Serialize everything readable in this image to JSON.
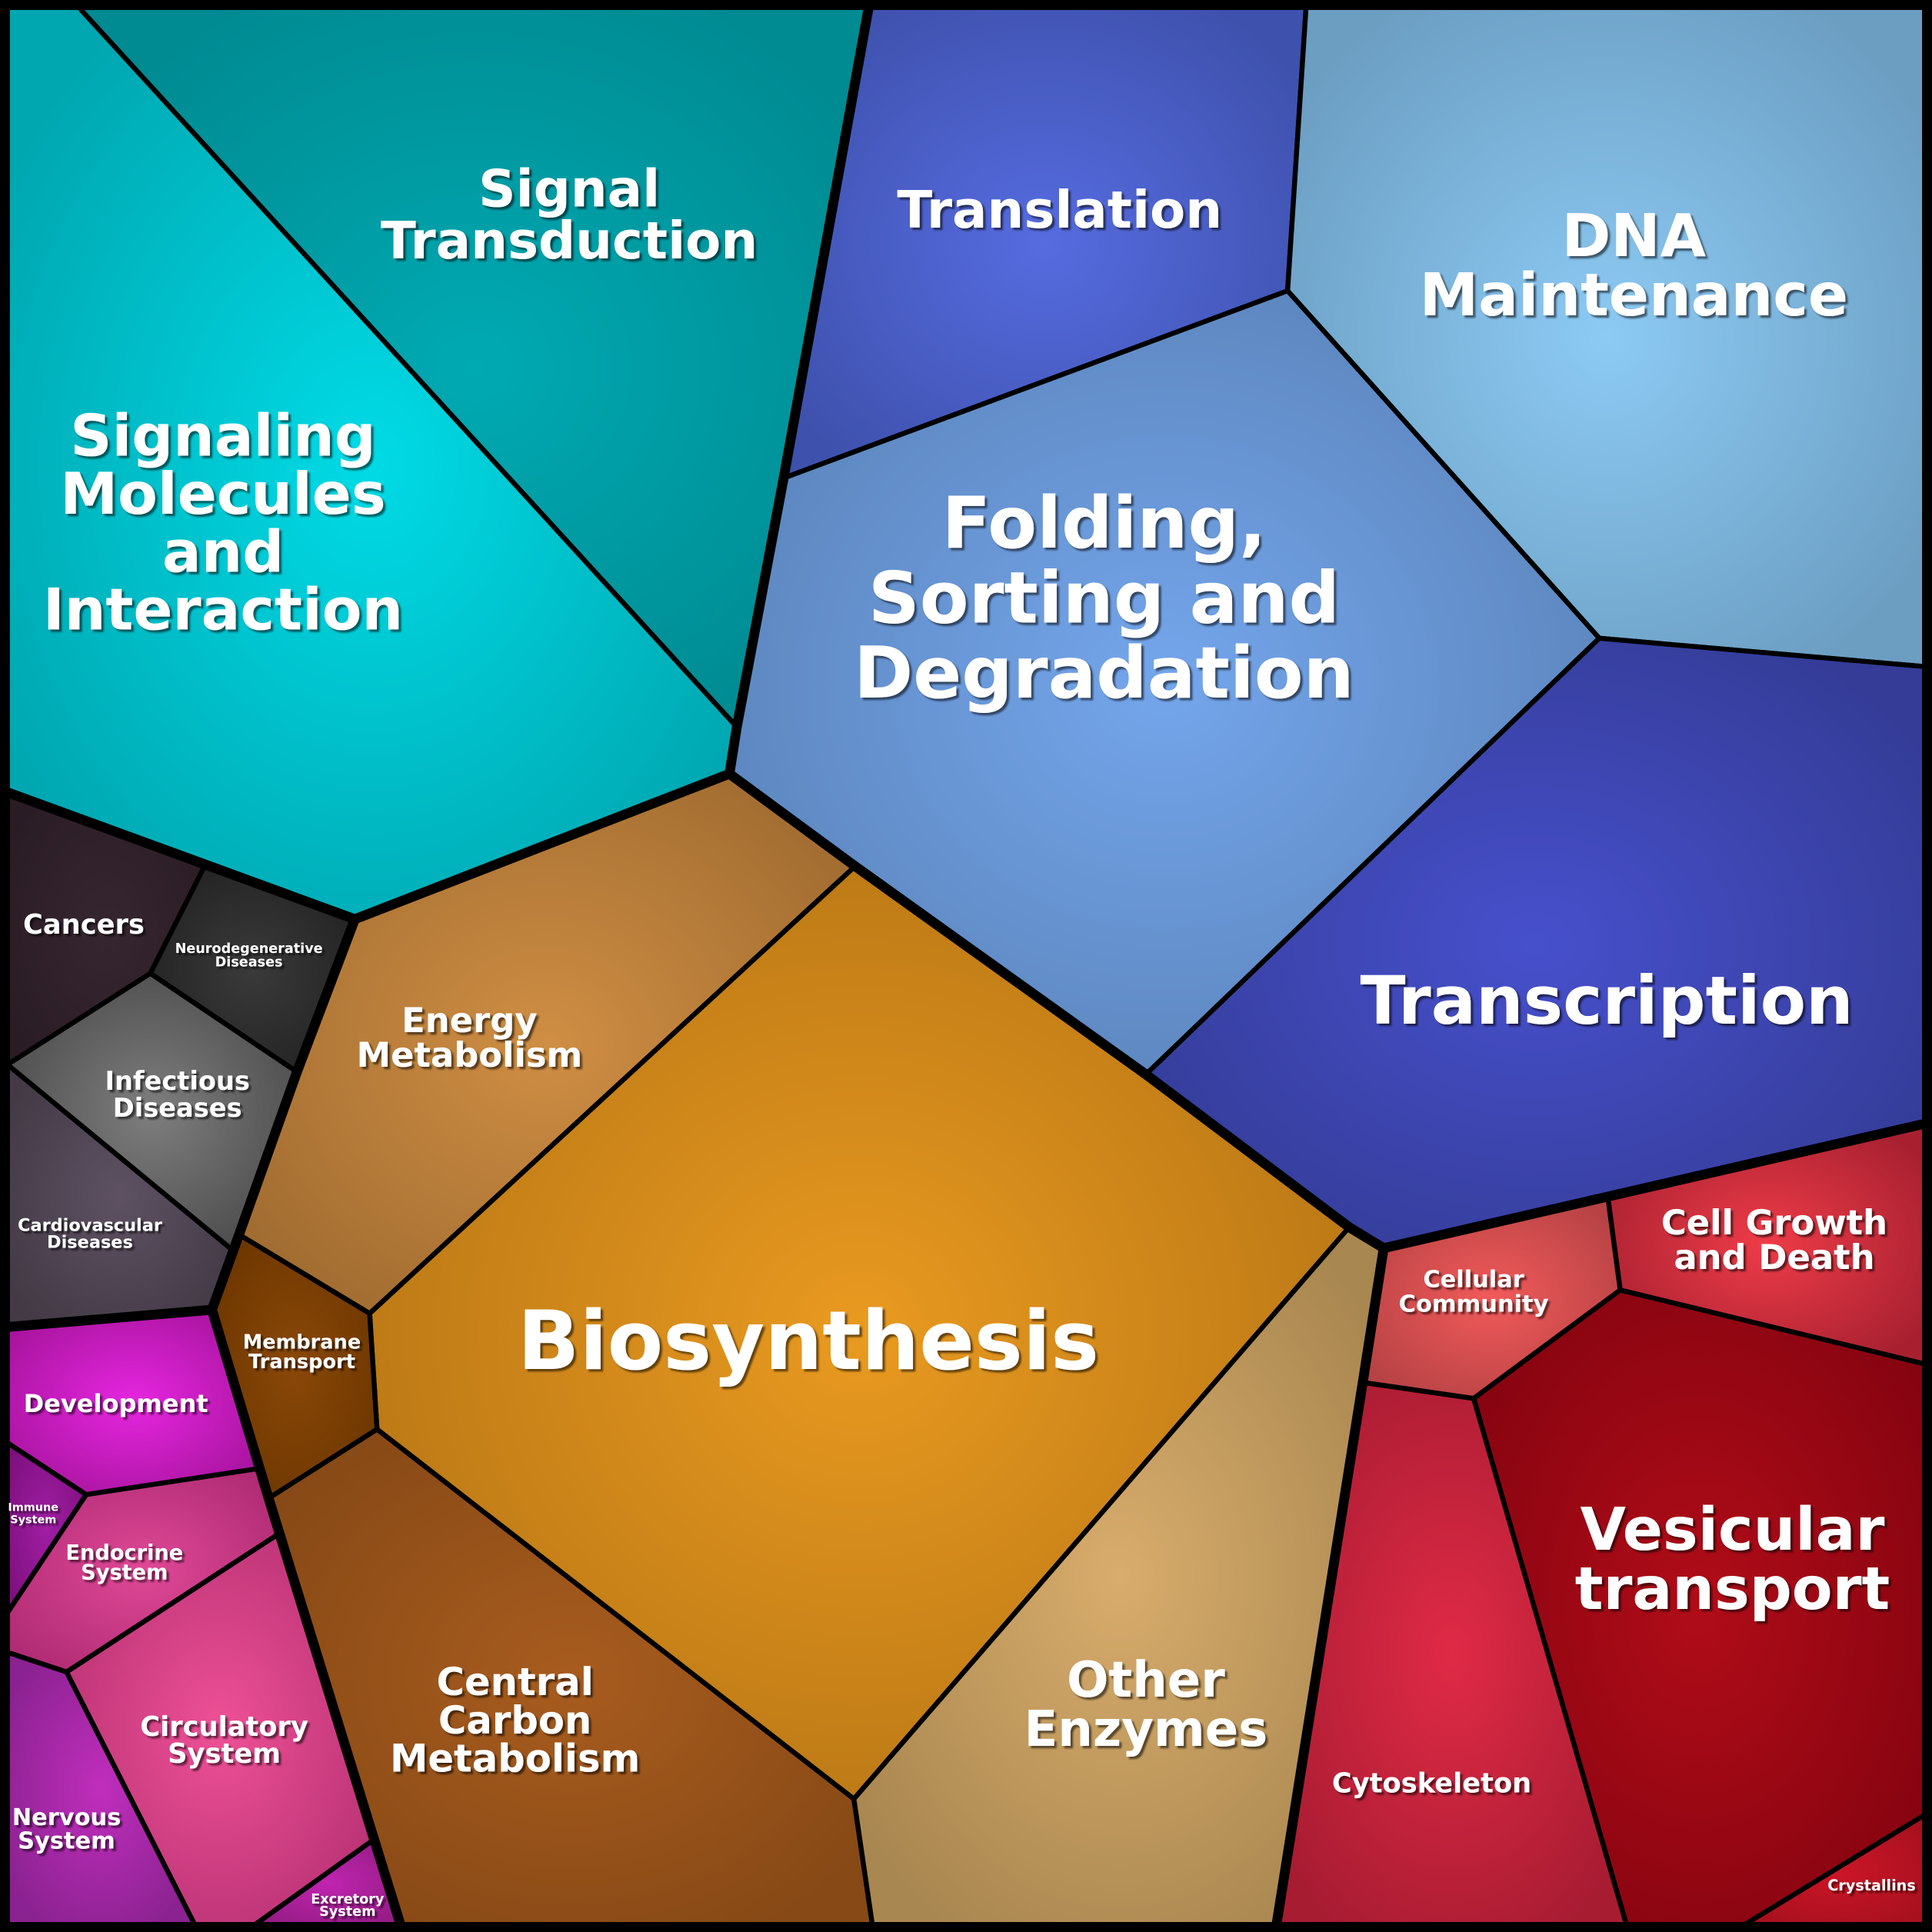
{
  "cells": {
    "signaling_molecules": {
      "label": [
        "Signaling",
        "Molecules",
        "and",
        "Interaction"
      ],
      "color": "#00dbe6",
      "edge": "#00a6b0"
    },
    "signal_transduction": {
      "label": [
        "Signal",
        "Transduction"
      ],
      "color": "#00aab3",
      "edge": "#008a91"
    },
    "translation": {
      "label": [
        "Translation"
      ],
      "color": "#566ce0",
      "edge": "#3e51ad"
    },
    "dna_maintenance": {
      "label": [
        "DNA",
        "Maintenance"
      ],
      "color": "#8ccaf4",
      "edge": "#6c9ec2"
    },
    "folding": {
      "label": [
        "Folding,",
        "Sorting and",
        "Degradation"
      ],
      "color": "#74a6ec",
      "edge": "#5a82b8"
    },
    "transcription": {
      "label": [
        "Transcription"
      ],
      "color": "#4750cc",
      "edge": "#343c97"
    },
    "cancers": {
      "label": [
        "Cancers"
      ],
      "color": "#362630",
      "edge": "#2a1c25"
    },
    "neurodegenerative": {
      "label": [
        "Neurodegenerative",
        "Diseases"
      ],
      "color": "#3a3a3a",
      "edge": "#222222"
    },
    "infectious": {
      "label": [
        "Infectious",
        "Diseases"
      ],
      "color": "#7e7e7e",
      "edge": "#4a4a4a"
    },
    "cardiovascular": {
      "label": [
        "Cardiovascular",
        "Diseases"
      ],
      "color": "#5e5262",
      "edge": "#433a46"
    },
    "energy_metabolism": {
      "label": [
        "Energy",
        "Metabolism"
      ],
      "color": "#cf8e43",
      "edge": "#a16c31"
    },
    "biosynthesis": {
      "label": [
        "Biosynthesis"
      ],
      "color": "#e99a20",
      "edge": "#b57414"
    },
    "membrane_transport": {
      "label": [
        "Membrane",
        "Transport"
      ],
      "color": "#8a4808",
      "edge": "#6c3600"
    },
    "central_carbon": {
      "label": [
        "Central",
        "Carbon",
        "Metabolism"
      ],
      "color": "#a85c1e",
      "edge": "#874916"
    },
    "other_enzymes": {
      "label": [
        "Other",
        "Enzymes"
      ],
      "color": "#d8ac6c",
      "edge": "#a98750"
    },
    "development": {
      "label": [
        "Development"
      ],
      "color": "#e626e0",
      "edge": "#a8149e"
    },
    "immune": {
      "label": [
        "Immune",
        "System"
      ],
      "color": "#a01ea4",
      "edge": "#7e107e"
    },
    "endocrine": {
      "label": [
        "Endocrine",
        "System"
      ],
      "color": "#e04896",
      "edge": "#b02c74"
    },
    "circulatory": {
      "label": [
        "Circulatory",
        "System"
      ],
      "color": "#ee5096",
      "edge": "#b83274"
    },
    "nervous": {
      "label": [
        "Nervous",
        "System"
      ],
      "color": "#c02ebc",
      "edge": "#8a2290"
    },
    "excretory": {
      "label": [
        "Excretory",
        "System"
      ],
      "color": "#c024b0",
      "edge": "#961c86"
    },
    "cellular_community": {
      "label": [
        "Cellular",
        "Community"
      ],
      "color": "#f25a5a",
      "edge": "#b64244"
    },
    "cell_growth": {
      "label": [
        "Cell Growth",
        "and Death"
      ],
      "color": "#ee3c48",
      "edge": "#a82030"
    },
    "vesicular": {
      "label": [
        "Vesicular",
        "transport"
      ],
      "color": "#b00c18",
      "edge": "#860410"
    },
    "cytoskeleton": {
      "label": [
        "Cytoskeleton"
      ],
      "color": "#e02a46",
      "edge": "#a81c32"
    },
    "crystallins": {
      "label": [
        "Crystallins"
      ],
      "color": "#cc1628",
      "edge": "#a8101e"
    }
  }
}
